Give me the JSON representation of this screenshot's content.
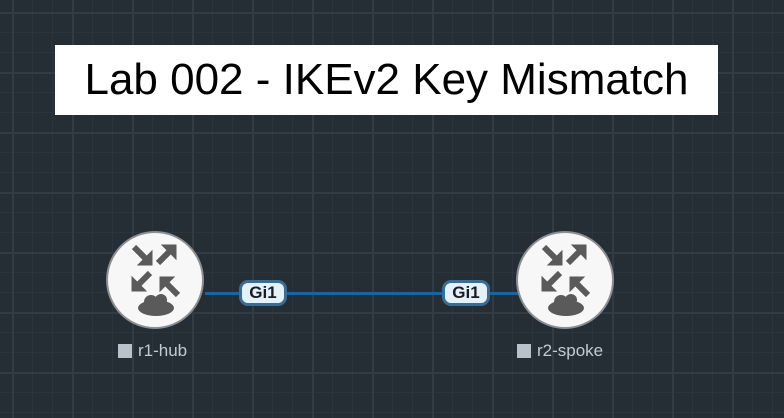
{
  "title": "Lab 002 - IKEv2 Key Mismatch",
  "nodes": [
    {
      "name": "r1-hub",
      "type": "router-icon"
    },
    {
      "name": "r2-spoke",
      "type": "router-icon"
    }
  ],
  "links": [
    {
      "a_iface": "Gi1",
      "b_iface": "Gi1",
      "color": "#1565a8"
    }
  ]
}
